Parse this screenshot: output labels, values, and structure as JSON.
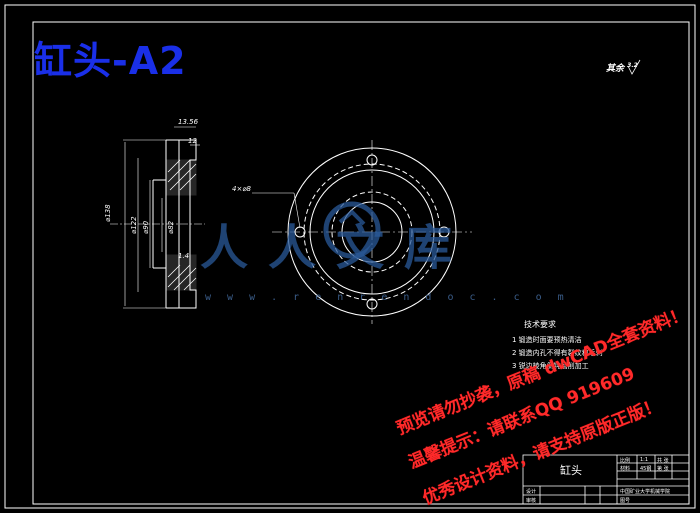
{
  "title": "缸头-A2",
  "roughness_label": "其余",
  "roughness_value": "3.2",
  "dims": {
    "top_width": "13.56",
    "top_step": "12",
    "d1": "⌀138",
    "d2": "⌀122",
    "d3": "⌀90",
    "d4": "⌀82",
    "small": "1.4",
    "holes": "4×⌀8"
  },
  "tech_req": {
    "heading": "技术要求",
    "items": [
      "1  锻造时面要预热清洁",
      "2  锻造内孔不得有裂纹和毛刺",
      "3  锐边棱角倒钝磨削加工"
    ]
  },
  "watermark": {
    "logo_text": "人人文库",
    "site": "w w w . r e n r e n d o c . c o m",
    "line1": "预览请勿抄袭，原稿 dwCAD全套资料！",
    "line2": "温馨提示：请联系QQ 919609",
    "line3": "优秀设计资料，请支持原版正版！"
  },
  "title_block": {
    "part_name": "缸头",
    "scale_label": "比例",
    "scale": "1:1",
    "material_label": "材料",
    "material": "45钢",
    "sheet_label": "共 张",
    "sheet": "第 张",
    "designer_label": "设计",
    "checker_label": "审核",
    "school": "中国矿业大学机械学院",
    "drawing_no": "图号"
  }
}
